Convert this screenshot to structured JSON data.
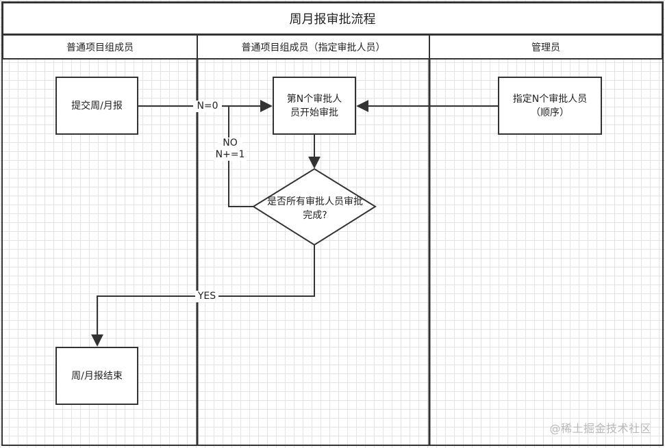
{
  "title": "周月报审批流程",
  "lanes": [
    {
      "label": "普通项目组成员"
    },
    {
      "label": "普通项目组成员（指定审批人员）"
    },
    {
      "label": "管理员"
    }
  ],
  "nodes": {
    "submit": "提交周/月报",
    "start_review": "第N个审批人员开始审批",
    "assign": "指定N个审批人员（顺序）",
    "decision": "是否所有审批人员审批完成?",
    "end": "周/月报结束"
  },
  "edge_labels": {
    "init": "N=0",
    "no": "NO",
    "increment": "N+=1",
    "yes": "YES"
  },
  "watermark": "@稀土掘金技术社区"
}
